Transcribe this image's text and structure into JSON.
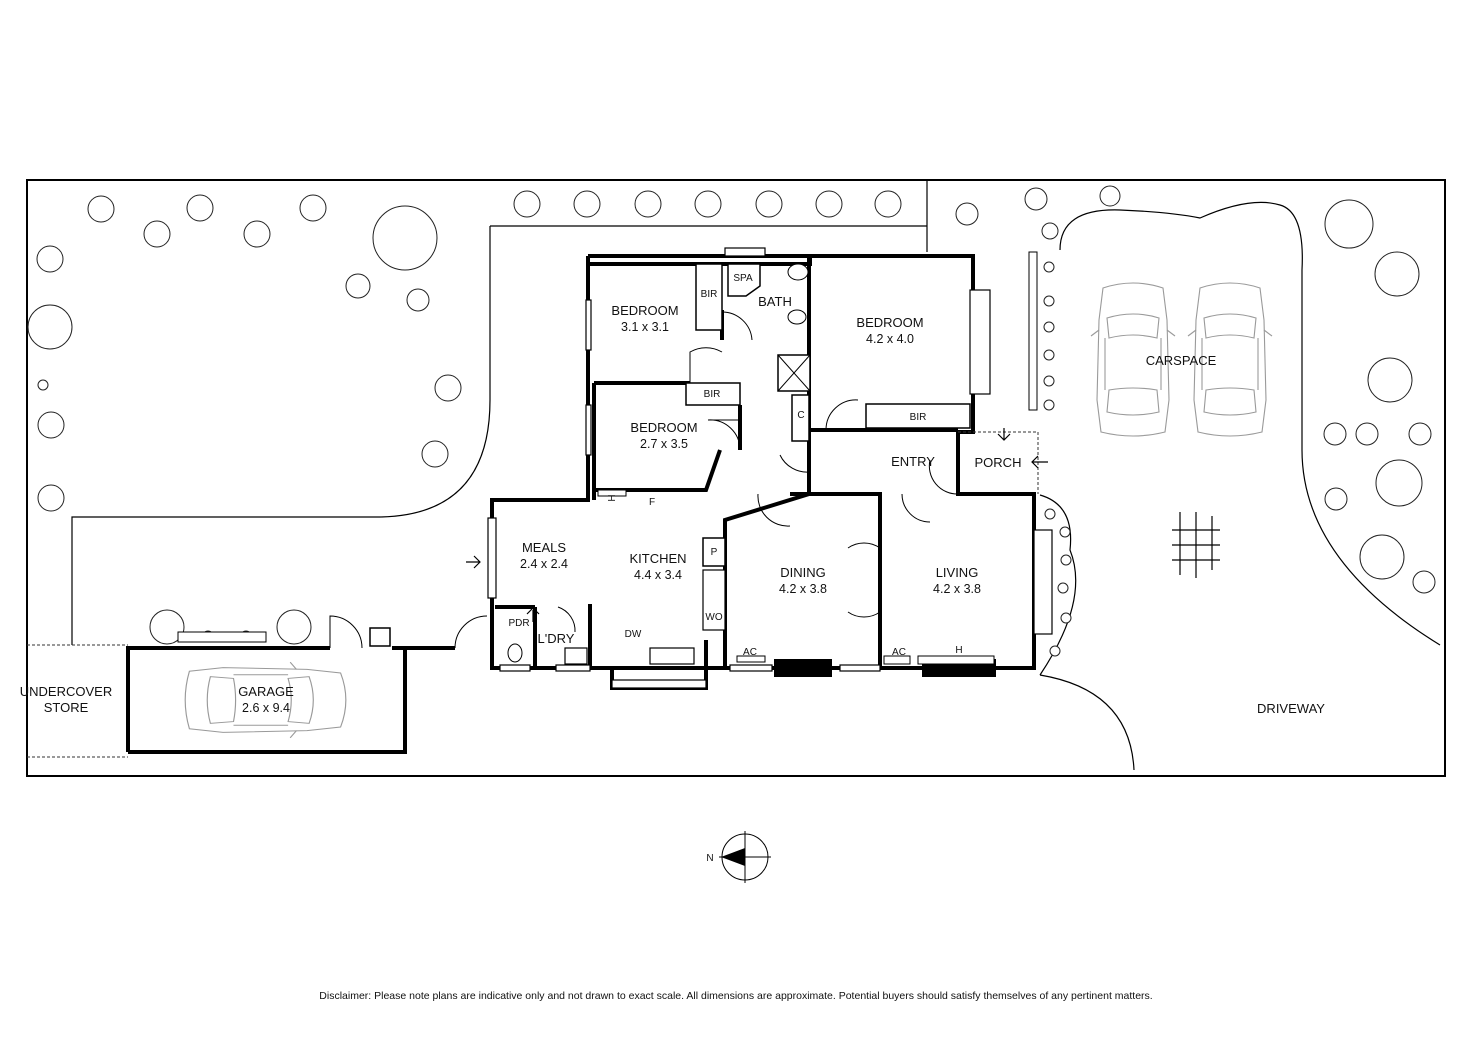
{
  "rooms": {
    "bedroom1": {
      "name": "BEDROOM",
      "size": "3.1 x 3.1"
    },
    "bedroom2": {
      "name": "BEDROOM",
      "size": "2.7 x 3.5"
    },
    "bedroom3": {
      "name": "BEDROOM",
      "size": "4.2 x 4.0"
    },
    "meals": {
      "name": "MEALS",
      "size": "2.4 x 2.4"
    },
    "kitchen": {
      "name": "KITCHEN",
      "size": "4.4 x 3.4"
    },
    "dining": {
      "name": "DINING",
      "size": "4.2 x 3.8"
    },
    "living": {
      "name": "LIVING",
      "size": "4.2 x 3.8"
    },
    "garage": {
      "name": "GARAGE",
      "size": "2.6 x 9.4"
    },
    "bath": "BATH",
    "spa": "SPA",
    "entry": "ENTRY",
    "porch": "PORCH",
    "ldry": "L'DRY",
    "pdr": "PDR",
    "carspace": "CARSPACE",
    "driveway": "DRIVEWAY",
    "undercover_store": [
      "UNDERCOVER",
      "STORE"
    ]
  },
  "fixtures": {
    "bir": "BIR",
    "c": "C",
    "f": "F",
    "h": "H",
    "p": "P",
    "wo": "WO",
    "dw": "DW",
    "ac": "AC"
  },
  "compass": {
    "north": "N"
  },
  "disclaimer": "Disclaimer: Please note plans are indicative only and not drawn to exact scale. All dimensions are approximate. Potential buyers should satisfy themselves of any pertinent matters."
}
